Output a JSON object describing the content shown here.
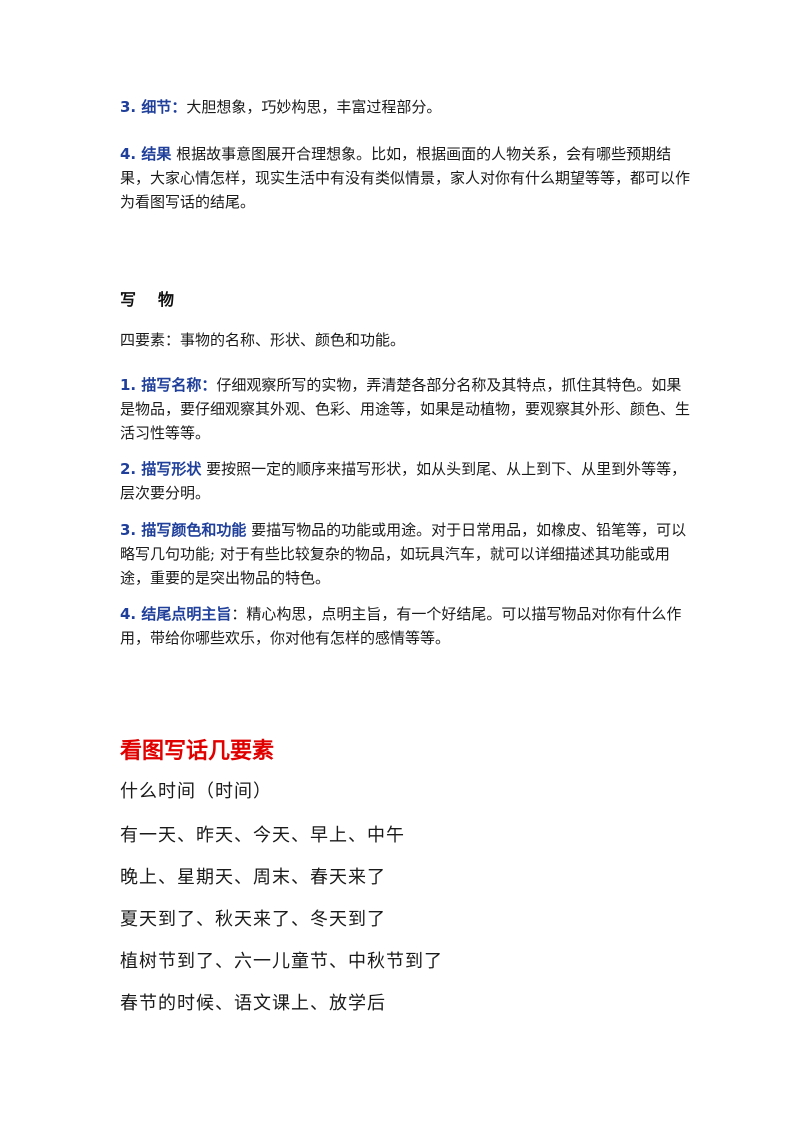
{
  "section_top": {
    "item3": {
      "label": "3. 细节：",
      "text": "大胆想象，巧妙构思，丰富过程部分。"
    },
    "item4": {
      "label": "4. 结果",
      "text": "根据故事意图展开合理想象。比如，根据画面的人物关系，会有哪些预期结果，大家心情怎样，现实生活中有没有类似情景，家人对你有什么期望等等，都可以作为看图写话的结尾。"
    }
  },
  "write_object": {
    "heading": "写物",
    "intro": "四要素：事物的名称、形状、颜色和功能。",
    "items": [
      {
        "label": "1. 描写名称：",
        "text": "仔细观察所写的实物，弄清楚各部分名称及其特点，抓住其特色。如果是物品，要仔细观察其外观、色彩、用途等，如果是动植物，要观察其外形、颜色、生活习性等等。"
      },
      {
        "label": "2. 描写形状",
        "text": "要按照一定的顺序来描写形状，如从头到尾、从上到下、从里到外等等，层次要分明。"
      },
      {
        "label": "3. 描写颜色和功能",
        "text": "要描写物品的功能或用途。对于日常用品，如橡皮、铅笔等，可以略写几句功能; 对于有些比较复杂的物品，如玩具汽车，就可以详细描述其功能或用途，重要的是突出物品的特色。"
      },
      {
        "label": "4. 结尾点明主旨",
        "text": "：精心构思，点明主旨，有一个好结尾。可以描写物品对你有什么作用，带给你哪些欢乐，你对他有怎样的感情等等。"
      }
    ]
  },
  "elements_section": {
    "title": "看图写话几要素",
    "lines": [
      "什么时间（时间）",
      "有一天、昨天、今天、早上、中午",
      "晚上、星期天、周末、春天来了",
      "夏天到了、秋天来了、冬天到了",
      "植树节到了、六一儿童节、中秋节到了",
      "春节的时候、语文课上、放学后"
    ]
  }
}
